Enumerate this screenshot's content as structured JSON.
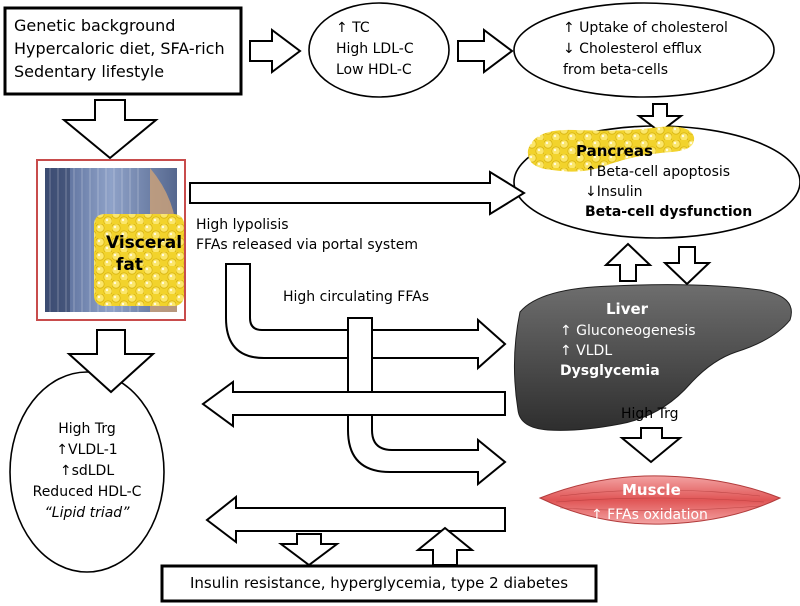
{
  "causes": {
    "line1": "Genetic background",
    "line2": "Hypercaloric diet, SFA-rich",
    "line3": "Sedentary lifestyle"
  },
  "lipids": {
    "line1": "↑ TC",
    "line2": "High LDL-C",
    "line3": "Low HDL-C"
  },
  "cholesterol": {
    "line1": "↑ Uptake of cholesterol",
    "line2": "↓ Cholesterol efflux",
    "line3": "from beta-cells"
  },
  "pancreas": {
    "title": "Pancreas",
    "line1": "↑Beta-cell apoptosis",
    "line2": "↓Insulin",
    "line3": "Beta-cell dysfunction"
  },
  "visceral": {
    "label_line1": "Visceral",
    "label_line2": "fat"
  },
  "portal": {
    "line1": "High lypolisis",
    "line2": "FFAs released via portal system"
  },
  "circulating": "High circulating FFAs",
  "liver": {
    "title": "Liver",
    "line1": "↑ Gluconeogenesis",
    "line2": "↑ VLDL",
    "line3": "Dysglycemia"
  },
  "high_trg": "High Trg",
  "muscle": {
    "title": "Muscle",
    "line1": "↑ FFAs oxidation"
  },
  "triad": {
    "line1": "High Trg",
    "line2": "↑VLDL-1",
    "line3": "↑sdLDL",
    "line4": "Reduced HDL-C",
    "line5": "“Lipid triad”"
  },
  "outcome": "Insulin resistance, hyperglycemia, type 2 diabetes"
}
